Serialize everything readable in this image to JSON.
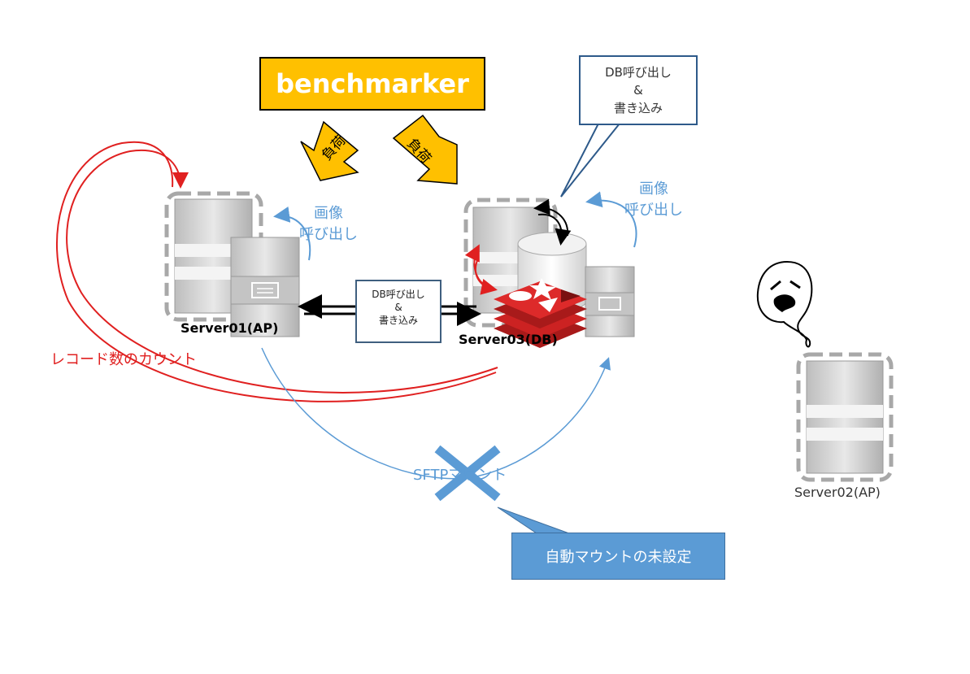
{
  "benchmarker": {
    "label": "benchmarker"
  },
  "load_arrows": {
    "left": "負荷",
    "right": "負荷"
  },
  "callout_db": {
    "line1": "DB呼び出し",
    "line2": "&",
    "line3": "書き込み"
  },
  "mid_box": {
    "line1": "DB呼び出し",
    "line2": "&",
    "line3": "書き込み"
  },
  "image_call_left": {
    "line1": "画像",
    "line2": "呼び出し"
  },
  "image_call_right": {
    "line1": "画像",
    "line2": "呼び出し"
  },
  "servers": {
    "server01": "Server01(AP)",
    "server03": "Server03(DB)",
    "server02": "Server02(AP)"
  },
  "record_count": "レコード数のカウント",
  "sftp_mount": "SFTPマウント",
  "auto_mount": "自動マウントの未設定",
  "colors": {
    "accent_yellow": "#ffc000",
    "blue": "#5b9bd5",
    "red": "#e02020",
    "redis": "#cc2222"
  }
}
